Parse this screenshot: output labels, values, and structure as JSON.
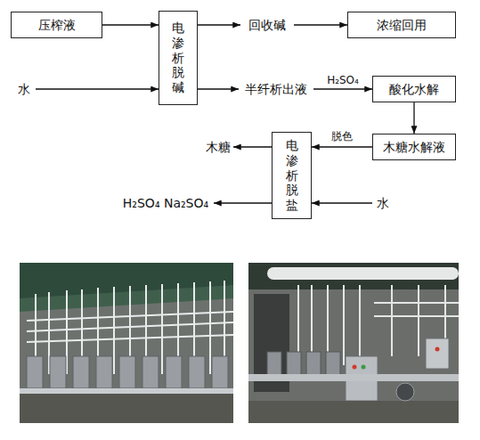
{
  "diagram": {
    "nodes": [
      {
        "text": [
          "压榨液"
        ]
      },
      {
        "text": [
          "电渗析脱碱"
        ]
      },
      {
        "text": [
          "回收碱"
        ]
      },
      {
        "text": [
          "浓缩回用"
        ]
      },
      {
        "text": [
          "水"
        ]
      },
      {
        "text": [
          "半纤析出液"
        ]
      },
      {
        "text": [
          "酸化水解"
        ]
      },
      {
        "text": [
          "木糖"
        ]
      },
      {
        "text": [
          "电渗析脱盐"
        ]
      },
      {
        "text": [
          "木糖水解液"
        ]
      },
      {
        "text": [
          "H₂SO₄ Na₂SO₄"
        ]
      },
      {
        "text": [
          "水"
        ]
      }
    ],
    "edges": [
      {
        "from": 0,
        "to": 1,
        "arrow": "to"
      },
      {
        "from": 1,
        "to": 2,
        "arrow": "to"
      },
      {
        "from": 2,
        "to": 3,
        "arrow": "to"
      },
      {
        "from": 4,
        "to": 1,
        "arrow": "to"
      },
      {
        "from": 1,
        "to": 5,
        "arrow": "to"
      },
      {
        "from": 5,
        "to": 6,
        "label": "H₂SO₄",
        "arrow": "to"
      },
      {
        "from": 6,
        "to": 9,
        "arrow": "to"
      },
      {
        "from": 9,
        "to": 8,
        "label": "脱色",
        "arrow": "to"
      },
      {
        "from": 8,
        "to": 7,
        "arrow": "to"
      },
      {
        "from": 8,
        "to": 10,
        "arrow": "to"
      },
      {
        "from": 11,
        "to": 8,
        "arrow": "to"
      }
    ]
  }
}
